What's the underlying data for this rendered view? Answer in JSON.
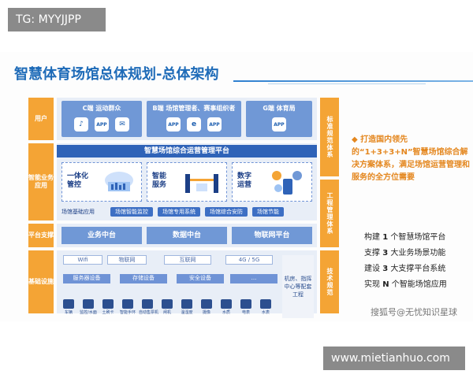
{
  "tags": {
    "top_left": "TG: MYYJJPP",
    "bottom_right": "www.mietianhuo.com"
  },
  "slide": {
    "title": "智慧体育场馆总体规划-总体架构",
    "watermark": "搜狐号@无忧知识星球"
  },
  "diagram": {
    "left_labels": [
      "用户",
      "智能业务应用",
      "平台支撑",
      "基础设施"
    ],
    "right_labels": [
      "标准规范体系",
      "工程管理体系",
      "技术规范"
    ],
    "user_boxes": [
      {
        "title": "C端 运动群众",
        "icons": [
          "tiktok-icon",
          "app-icon",
          "wechat-icon"
        ],
        "icon_text": [
          "♪",
          "APP",
          "✉"
        ]
      },
      {
        "title": "B端 场馆管理者、赛事组织者",
        "icons": [
          "app-icon",
          "edge-icon",
          "app-icon"
        ],
        "icon_text": [
          "APP",
          "e",
          "APP"
        ]
      },
      {
        "title": "G端 体育局",
        "icons": [
          "app-icon"
        ],
        "icon_text": [
          "APP"
        ]
      }
    ],
    "platform_bar": "智慧场馆综合运营管理平台",
    "smart_boxes": [
      {
        "label_1": "一体化",
        "label_2": "管控"
      },
      {
        "label_1": "智能",
        "label_2": "服务"
      },
      {
        "label_1": "数字",
        "label_2": "运营"
      }
    ],
    "app_row": {
      "lead": "场馆基础应用",
      "chips": [
        "场馆智能监控",
        "场馆专用系统",
        "场馆综合安防",
        "场馆节能"
      ]
    },
    "middle": [
      "业务中台",
      "数据中台",
      "物联网平台"
    ],
    "infra_row1": [
      "Wifi",
      "物联网",
      "互联网",
      "4G / 5G"
    ],
    "infra_row2": [
      "服务器设备",
      "存储设备",
      "安全设备",
      "..."
    ],
    "machine_room": "机房、指挥中心等配套工程",
    "devices": [
      "车辆",
      "监控/水面",
      "土刷卡",
      "智能手环",
      "自动售票机",
      "闸机",
      "温湿度",
      "摄像",
      "水质",
      "电表",
      "水表"
    ]
  },
  "right_text": {
    "main": "◆ 打造国内领先的“1+3+3+N”智慧场馆综合解决方案体系，满足场馆运营管理和服务的全方位需要",
    "lines": [
      {
        "pre": "构建 ",
        "num": "1",
        "post": " 个智慧场馆平台"
      },
      {
        "pre": "支撑 ",
        "num": "3",
        "post": " 大业务场景功能"
      },
      {
        "pre": "建设 ",
        "num": "3",
        "post": " 大支撑平台系统"
      },
      {
        "pre": "实现 ",
        "num": "N",
        "post": " 个智能场馆应用"
      }
    ]
  }
}
